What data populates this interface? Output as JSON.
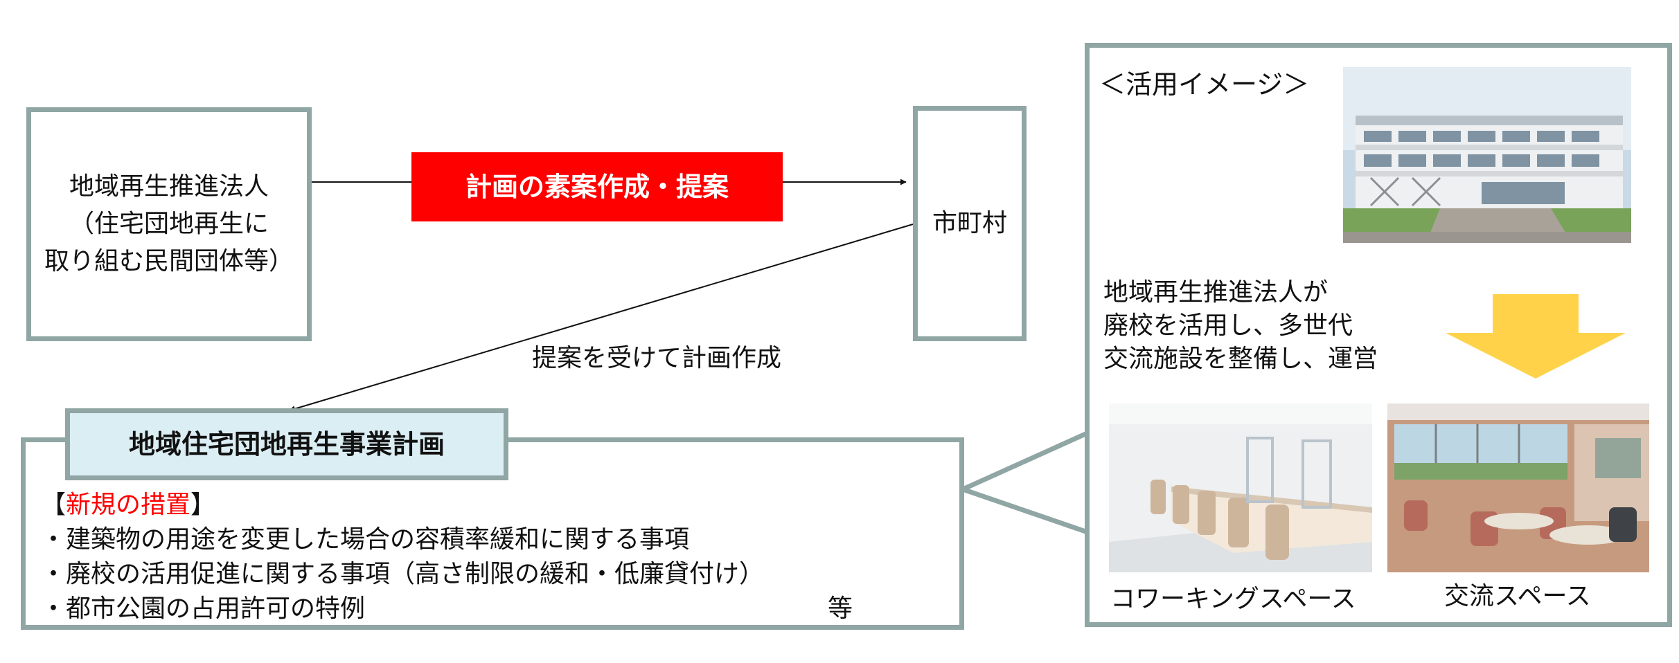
{
  "left_box": {
    "lines": [
      "地域再生推進法人",
      "（住宅団地再生に",
      "取り組む民間団体等）"
    ]
  },
  "proposal_label": "計画の素案作成・提案",
  "municipality_box": "市町村",
  "receive_label": "提案を受けて計画作成",
  "plan_title": "地域住宅団地再生事業計画",
  "measures": {
    "bracket_open": "【",
    "heading": "新規の措置",
    "bracket_close": "】",
    "items": [
      "・建築物の用途を変更した場合の容積率緩和に関する事項",
      "・廃校の活用促進に関する事項（高さ制限の緩和・低廉貸付け）",
      "・都市公園の占用許可の特例"
    ],
    "suffix": "等"
  },
  "image_panel": {
    "heading": "＜活用イメージ＞",
    "description": [
      "地域再生推進法人が",
      "廃校を活用し、多世代",
      "交流施設を整備し、運営"
    ],
    "coworking_caption": "コワーキングスペース",
    "exchange_caption": "交流スペース"
  },
  "colors": {
    "border": "#8fa6a4",
    "proposal_fill": "#ff0000",
    "title_fill": "#dbeef3",
    "arrow_yellow": "#ffd24a",
    "measure_heading": "#ff0000"
  }
}
